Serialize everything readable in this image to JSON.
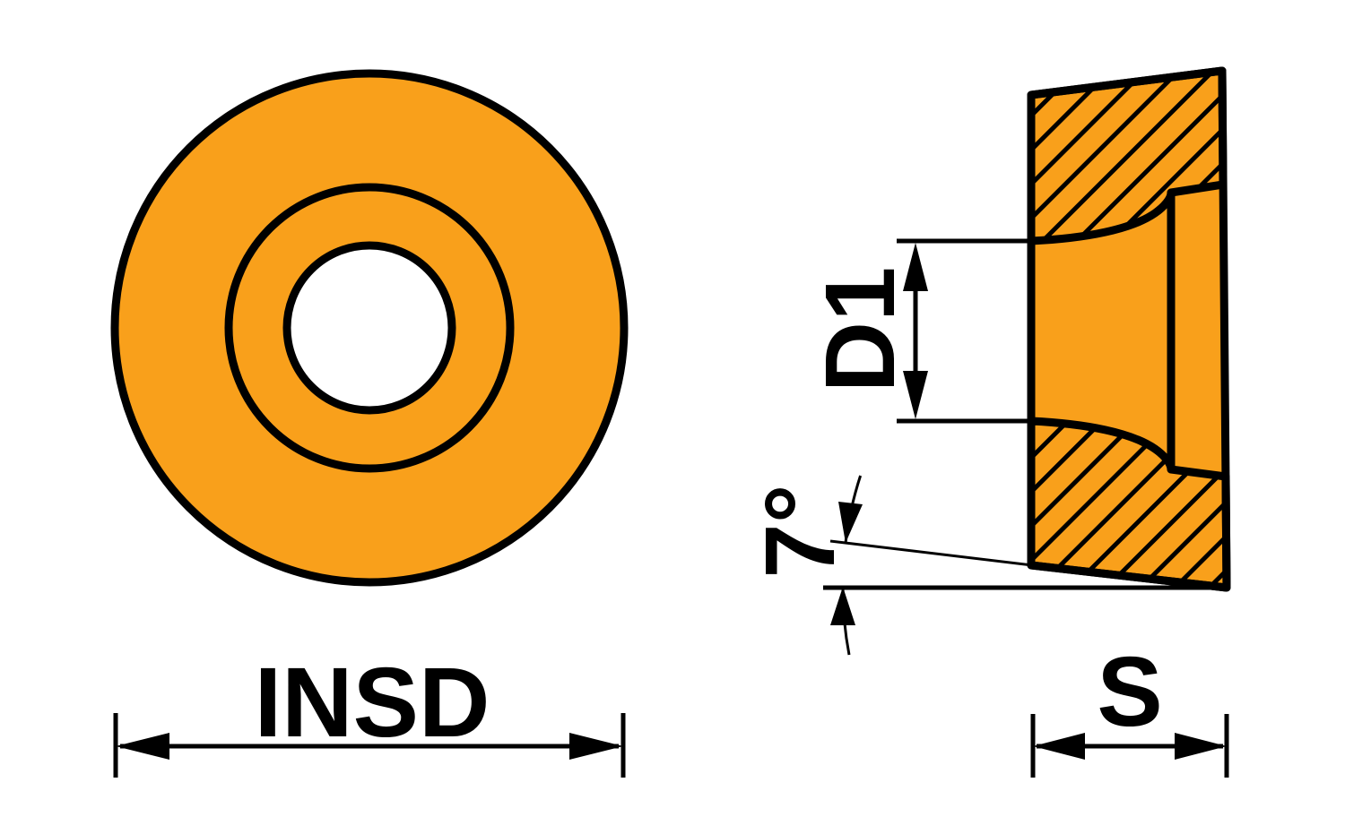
{
  "diagram": {
    "subject": "round-cutting-insert-technical-drawing",
    "colors": {
      "insert_fill": "#F9A01B",
      "line": "#000000",
      "hole_fill": "#FFFFFF",
      "background": "#FFFFFF"
    },
    "front_view": {
      "diameter_dimension_label": "INSD"
    },
    "section_view": {
      "hole_diameter_label": "D1",
      "clearance_angle_label": "7°",
      "thickness_label": "S"
    }
  }
}
